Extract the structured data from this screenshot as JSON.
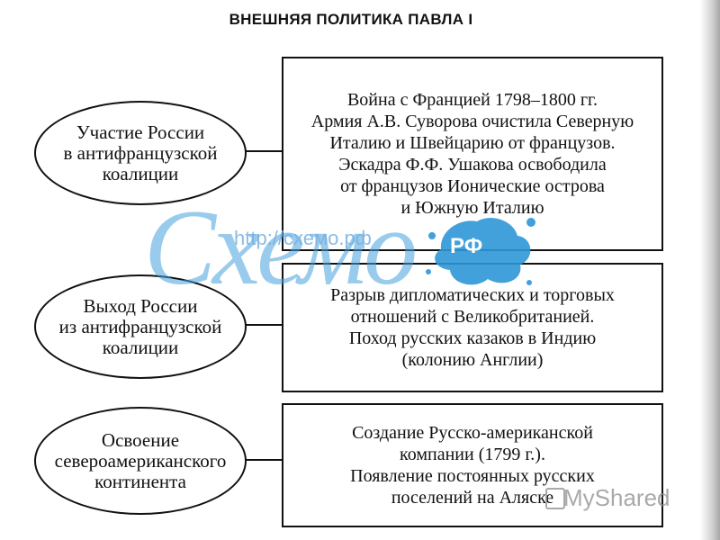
{
  "title": "ВНЕШНЯЯ ПОЛИТИКА ПАВЛА I",
  "rows": [
    {
      "topic": "Участие России\nв антифранцузской\nкоалиции",
      "detail": "Война с Францией 1798–1800 гг.\nАрмия А.В. Суворова очистила Северную\nИталию и Швейцарию от французов.\nЭскадра Ф.Ф. Ушакова освободила\nот французов Ионические острова\nи Южную Италию"
    },
    {
      "topic": "Выход России\nиз антифранцузской\nкоалиции",
      "detail": "Разрыв дипломатических и торговых\nотношений с Великобританией.\nПоход русских казаков в Индию\n(колонию Англии)"
    },
    {
      "topic": "Освоение\nсевероамериканского\nконтинента",
      "detail": "Создание Русско-американской\nкомпании (1799 г.).\nПоявление постоянных русских\nпоселений на Аляске"
    }
  ],
  "watermark": {
    "url": "http://схемо.рф",
    "logo_text": "Схемо",
    "badge": "РФ"
  },
  "footer_watermark": "MyShared"
}
